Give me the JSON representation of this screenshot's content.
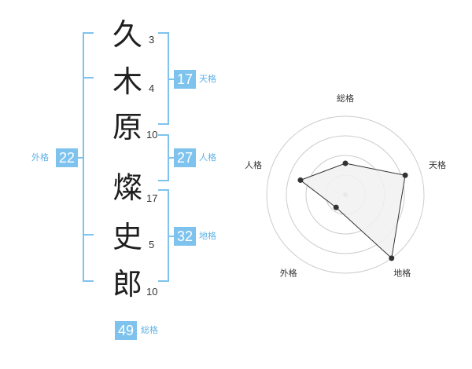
{
  "name_chars": [
    {
      "char": "久",
      "strokes": "3"
    },
    {
      "char": "木",
      "strokes": "4"
    },
    {
      "char": "原",
      "strokes": "10"
    },
    {
      "char": "燦",
      "strokes": "17"
    },
    {
      "char": "史",
      "strokes": "5"
    },
    {
      "char": "郎",
      "strokes": "10"
    }
  ],
  "fortunes": {
    "tenkaku": {
      "value": "17",
      "label": "天格"
    },
    "jinkaku": {
      "value": "27",
      "label": "人格"
    },
    "chikaku": {
      "value": "32",
      "label": "地格"
    },
    "gaikaku": {
      "value": "22",
      "label": "外格"
    },
    "soukaku": {
      "value": "49",
      "label": "総格"
    }
  },
  "chart_data": {
    "type": "radar",
    "axes": [
      "総格",
      "天格",
      "地格",
      "外格",
      "人格"
    ],
    "max": 5,
    "rings": 4,
    "values": [
      2,
      4,
      5,
      1,
      3
    ],
    "colors": {
      "fill": "#f1f1f1",
      "stroke": "#333333",
      "grid": "#cccccc",
      "point": "#333333",
      "accent": "#7ec3ee"
    }
  }
}
